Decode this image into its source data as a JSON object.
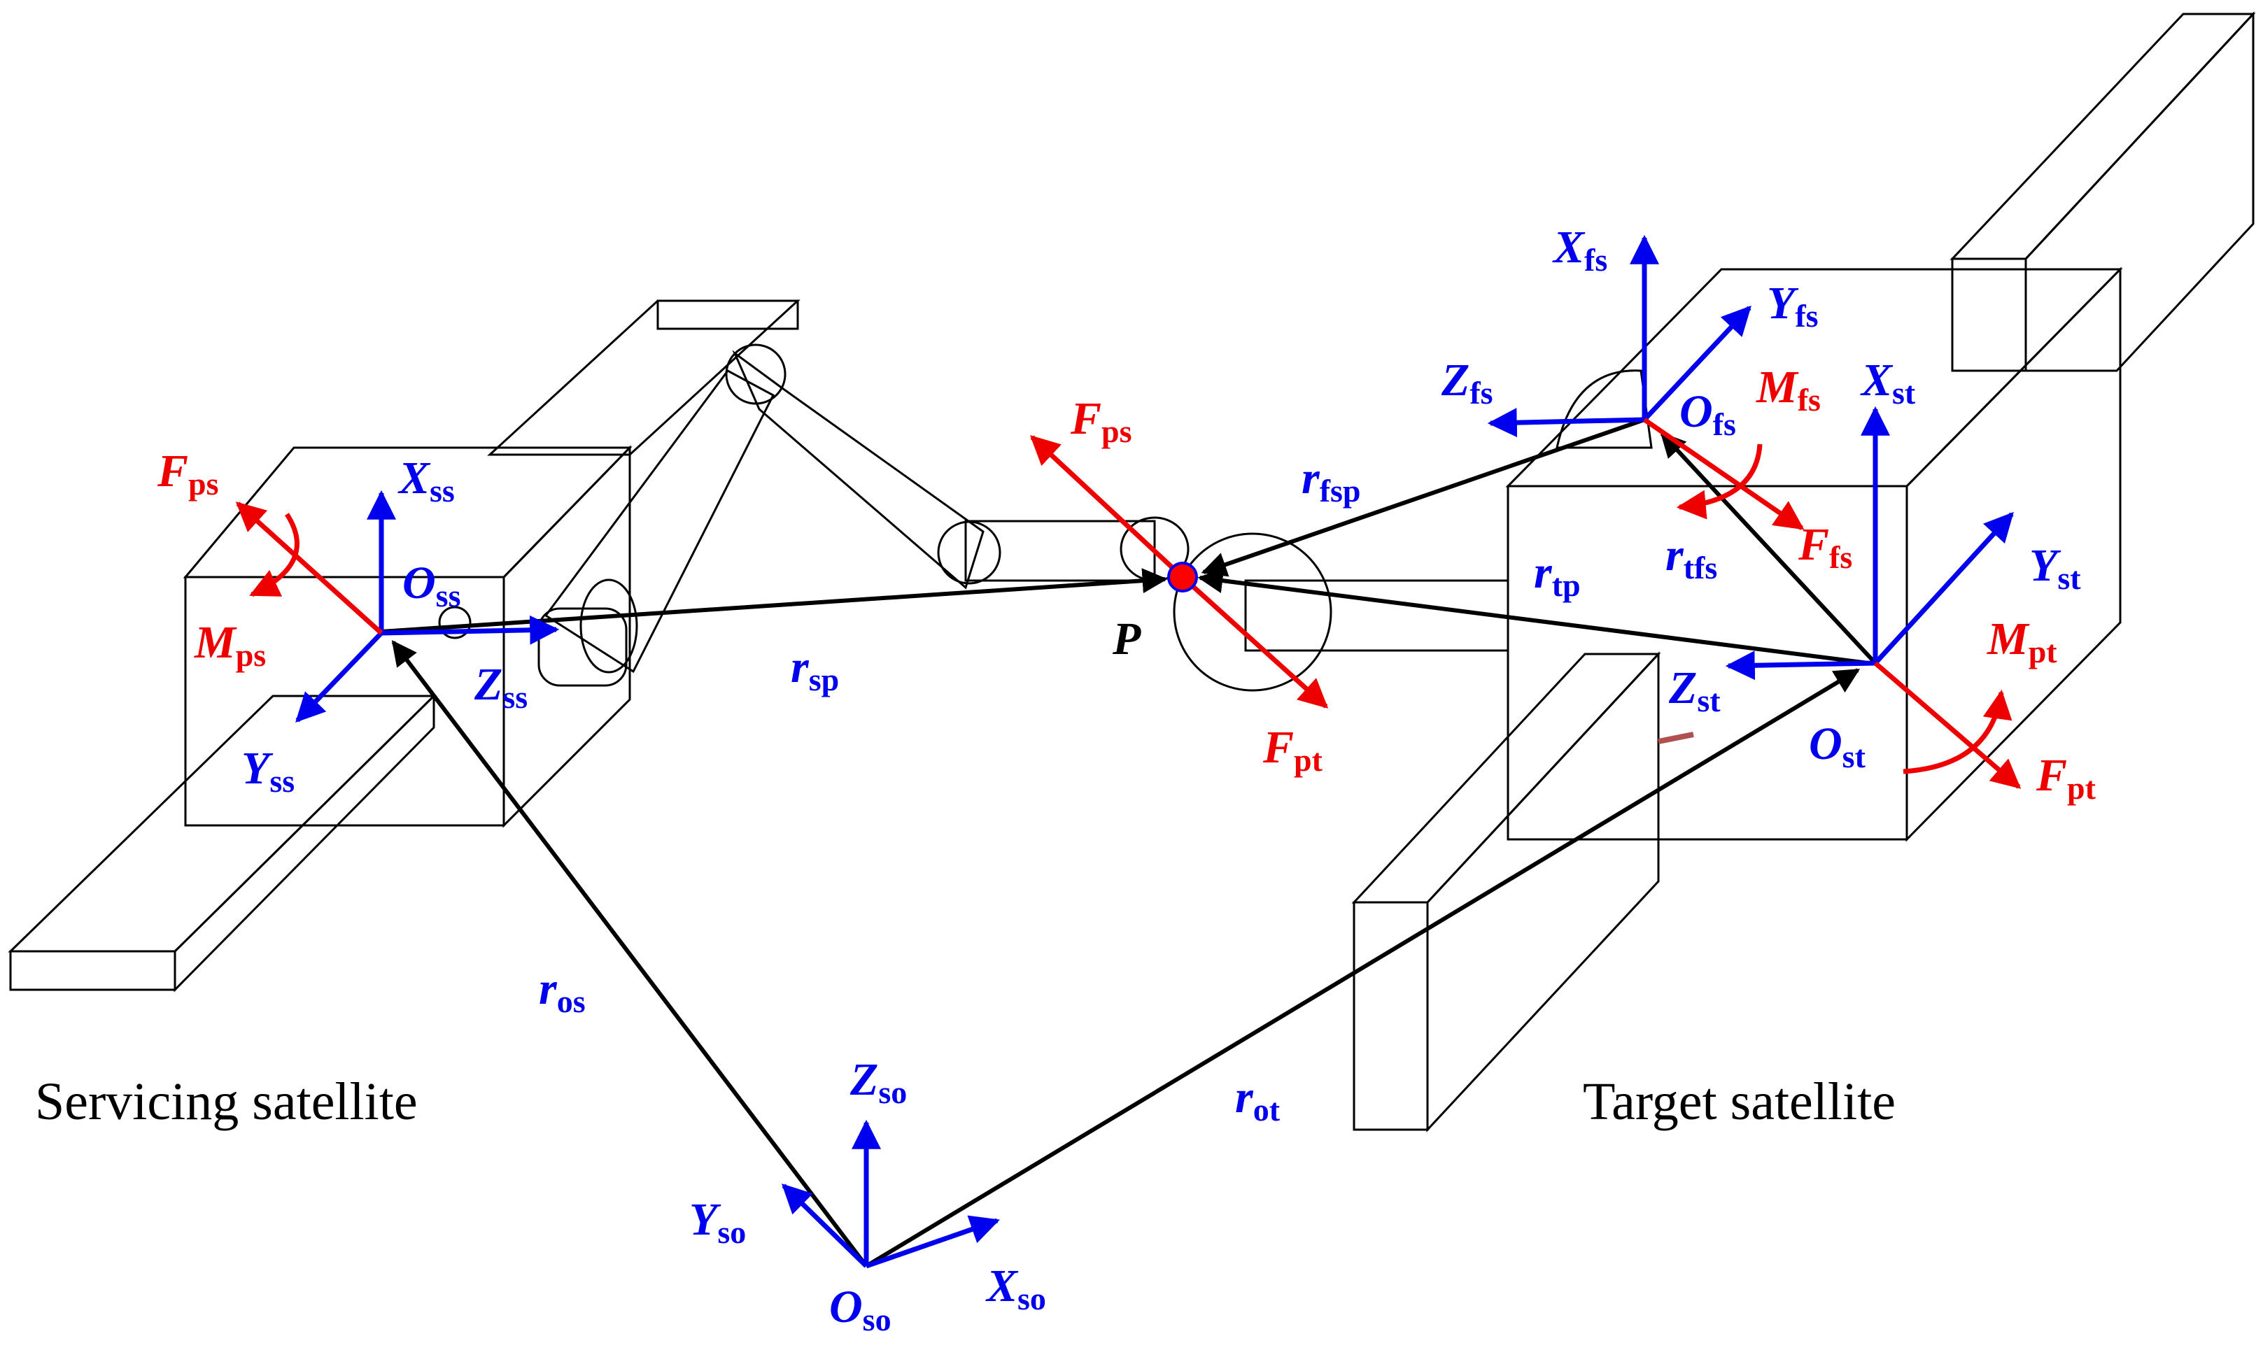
{
  "captions": {
    "servicing": "Servicing satellite",
    "target": "Target satellite"
  },
  "point_label": "P",
  "labels": {
    "Fps_left": {
      "main": "F",
      "sub": "ps"
    },
    "Mps": {
      "main": "M",
      "sub": "ps"
    },
    "Xss": {
      "main": "X",
      "sub": "ss"
    },
    "Oss": {
      "main": "O",
      "sub": "ss"
    },
    "Zss": {
      "main": "Z",
      "sub": "ss"
    },
    "Yss": {
      "main": "Y",
      "sub": "ss"
    },
    "rsp": {
      "main": "r",
      "sub": "sp"
    },
    "ros": {
      "main": "r",
      "sub": "os"
    },
    "rot": {
      "main": "r",
      "sub": "ot"
    },
    "Zso": {
      "main": "Z",
      "sub": "so"
    },
    "Yso": {
      "main": "Y",
      "sub": "so"
    },
    "Xso": {
      "main": "X",
      "sub": "so"
    },
    "Oso": {
      "main": "O",
      "sub": "so"
    },
    "Fps_mid": {
      "main": "F",
      "sub": "ps"
    },
    "Fpt_mid": {
      "main": "F",
      "sub": "pt"
    },
    "rfsp": {
      "main": "r",
      "sub": "fsp"
    },
    "rtp": {
      "main": "r",
      "sub": "tp"
    },
    "rtfs": {
      "main": "r",
      "sub": "tfs"
    },
    "Xfs": {
      "main": "X",
      "sub": "fs"
    },
    "Yfs": {
      "main": "Y",
      "sub": "fs"
    },
    "Zfs": {
      "main": "Z",
      "sub": "fs"
    },
    "Ofs": {
      "main": "O",
      "sub": "fs"
    },
    "Mfs": {
      "main": "M",
      "sub": "fs"
    },
    "Ffs": {
      "main": "F",
      "sub": "fs"
    },
    "Xst": {
      "main": "X",
      "sub": "st"
    },
    "Yst": {
      "main": "Y",
      "sub": "st"
    },
    "Zst": {
      "main": "Z",
      "sub": "st"
    },
    "Ost": {
      "main": "O",
      "sub": "st"
    },
    "Mpt": {
      "main": "M",
      "sub": "pt"
    },
    "Fpt_right": {
      "main": "F",
      "sub": "pt"
    }
  },
  "colors": {
    "frame_axes": "#0000ee",
    "forces": "#ee0000",
    "position_vectors": "#000000",
    "servicing_panel": "#b8b8b8",
    "target_panel": "#d98080",
    "bodies": "#ececec",
    "contact_point": "#ff0000"
  }
}
